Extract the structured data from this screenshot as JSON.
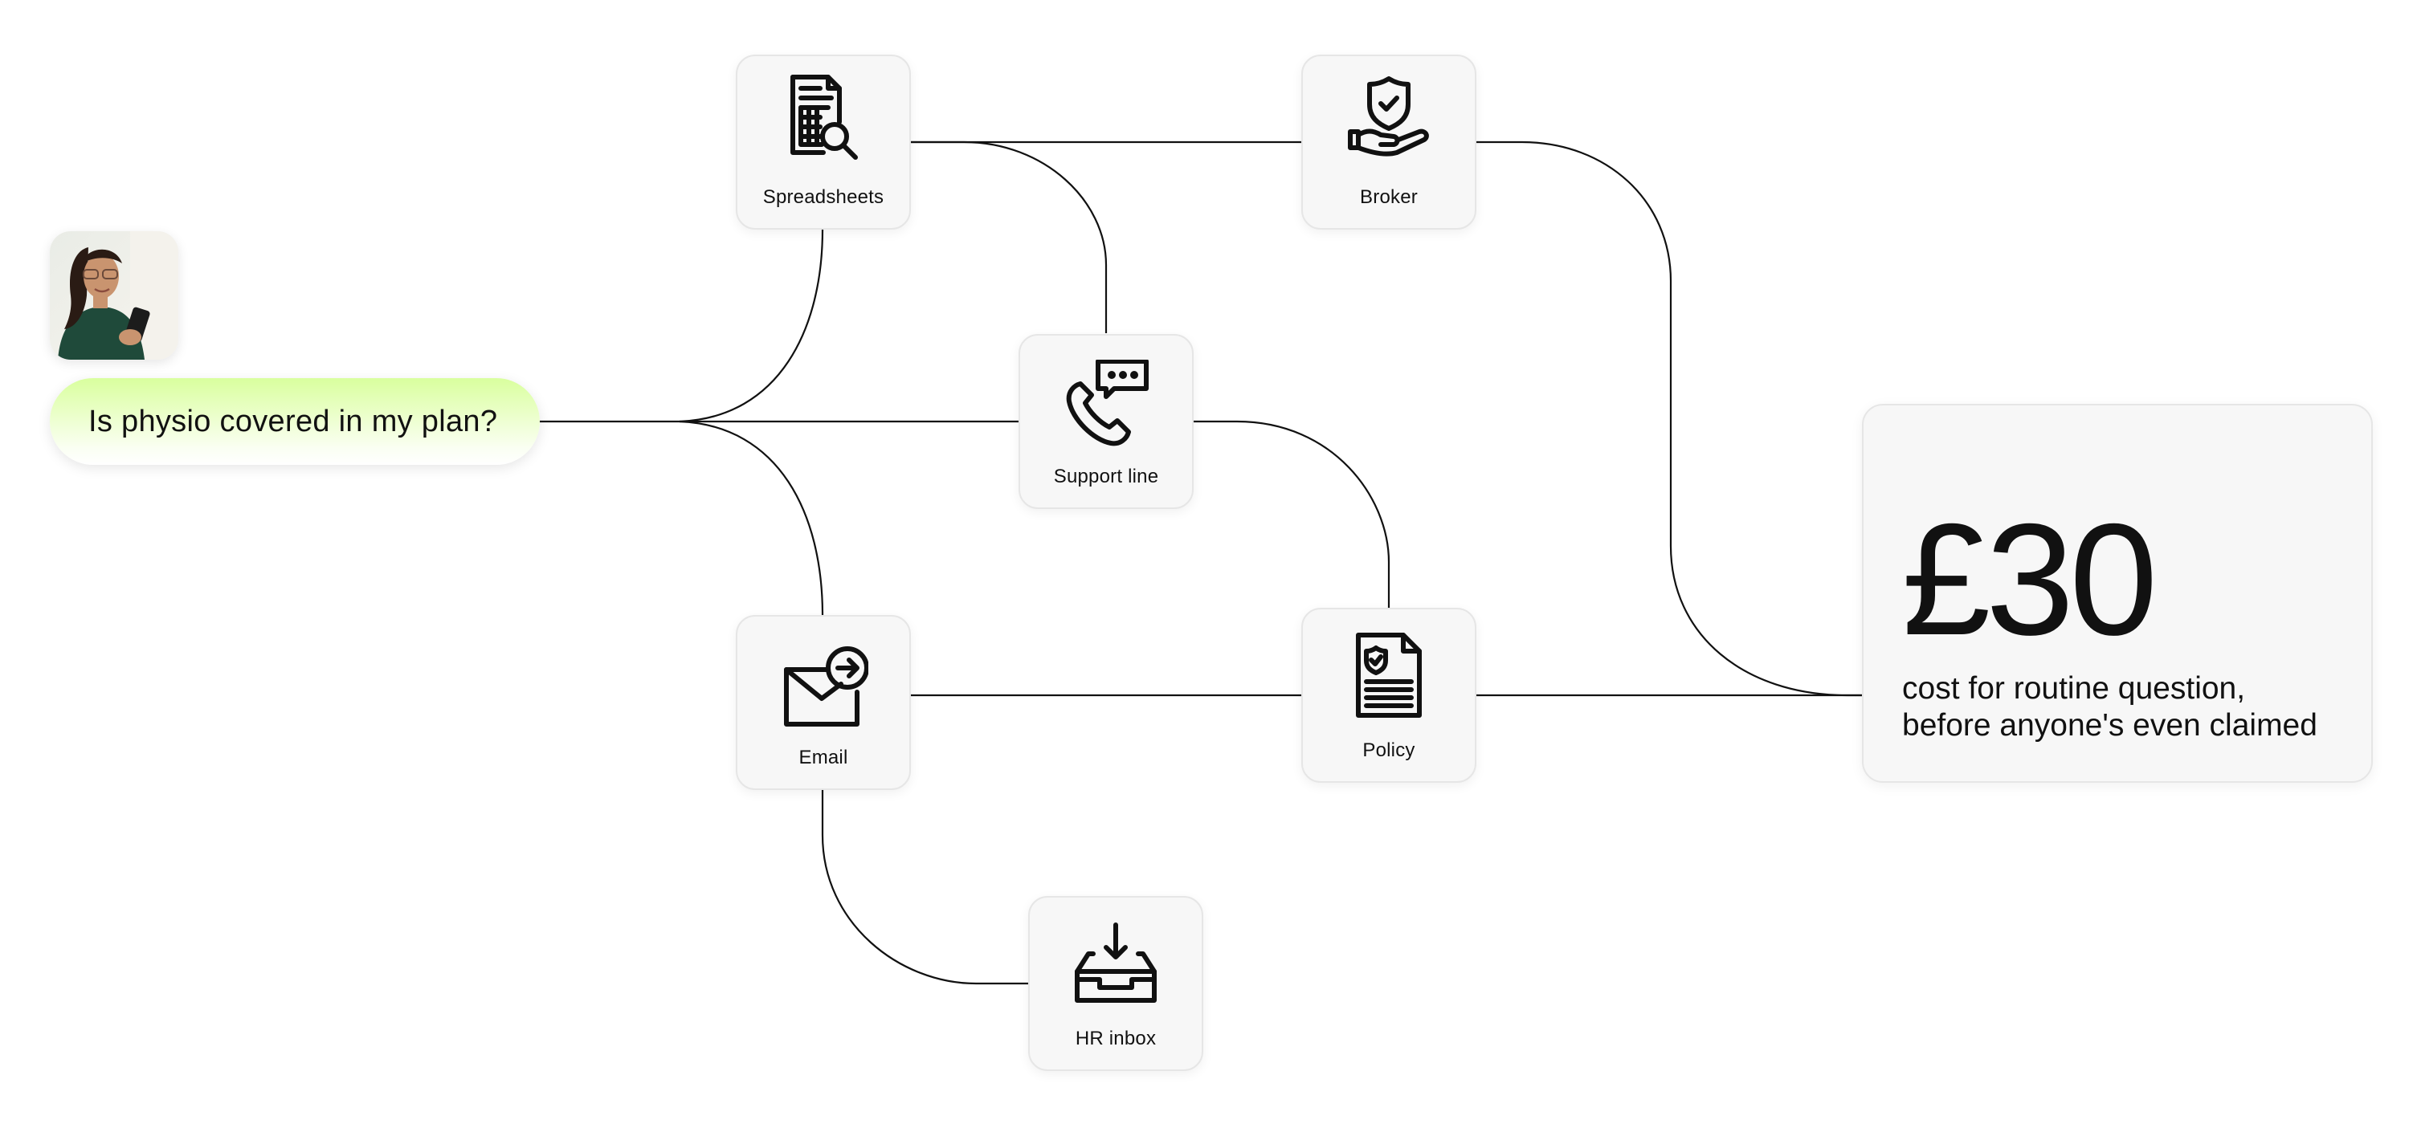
{
  "question": "Is physio covered in my plan?",
  "nodes": {
    "spreadsheets": {
      "label": "Spreadsheets",
      "icon": "spreadsheet-search-icon"
    },
    "broker": {
      "label": "Broker",
      "icon": "shield-hand-icon"
    },
    "support_line": {
      "label": "Support line",
      "icon": "phone-chat-icon"
    },
    "email": {
      "label": "Email",
      "icon": "email-send-icon"
    },
    "policy": {
      "label": "Policy",
      "icon": "policy-document-icon"
    },
    "hr_inbox": {
      "label": "HR inbox",
      "icon": "inbox-tray-icon"
    }
  },
  "result": {
    "value": "£30",
    "caption_line1": "cost for routine question,",
    "caption_line2": "before anyone's even claimed"
  },
  "colors": {
    "line": "#111111",
    "card_bg": "#f7f7f7",
    "card_border": "#e6e6e6",
    "question_gradient_top": "#d9ff9e",
    "question_gradient_bottom": "#ffffff"
  }
}
